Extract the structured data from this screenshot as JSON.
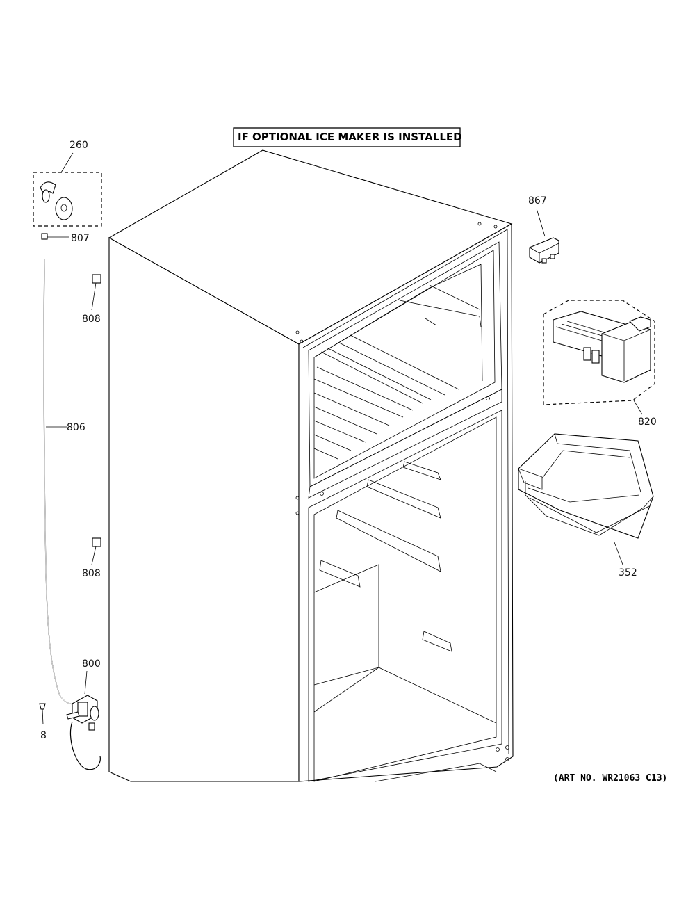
{
  "title": "IF OPTIONAL ICE MAKER IS INSTALLED",
  "art_number": "(ART NO. WR21063 C13)",
  "callouts": {
    "c260": "260",
    "c807": "807",
    "c808a": "808",
    "c806": "806",
    "c808b": "808",
    "c800": "800",
    "c8": "8",
    "c867": "867",
    "c820": "820",
    "c352": "352"
  }
}
